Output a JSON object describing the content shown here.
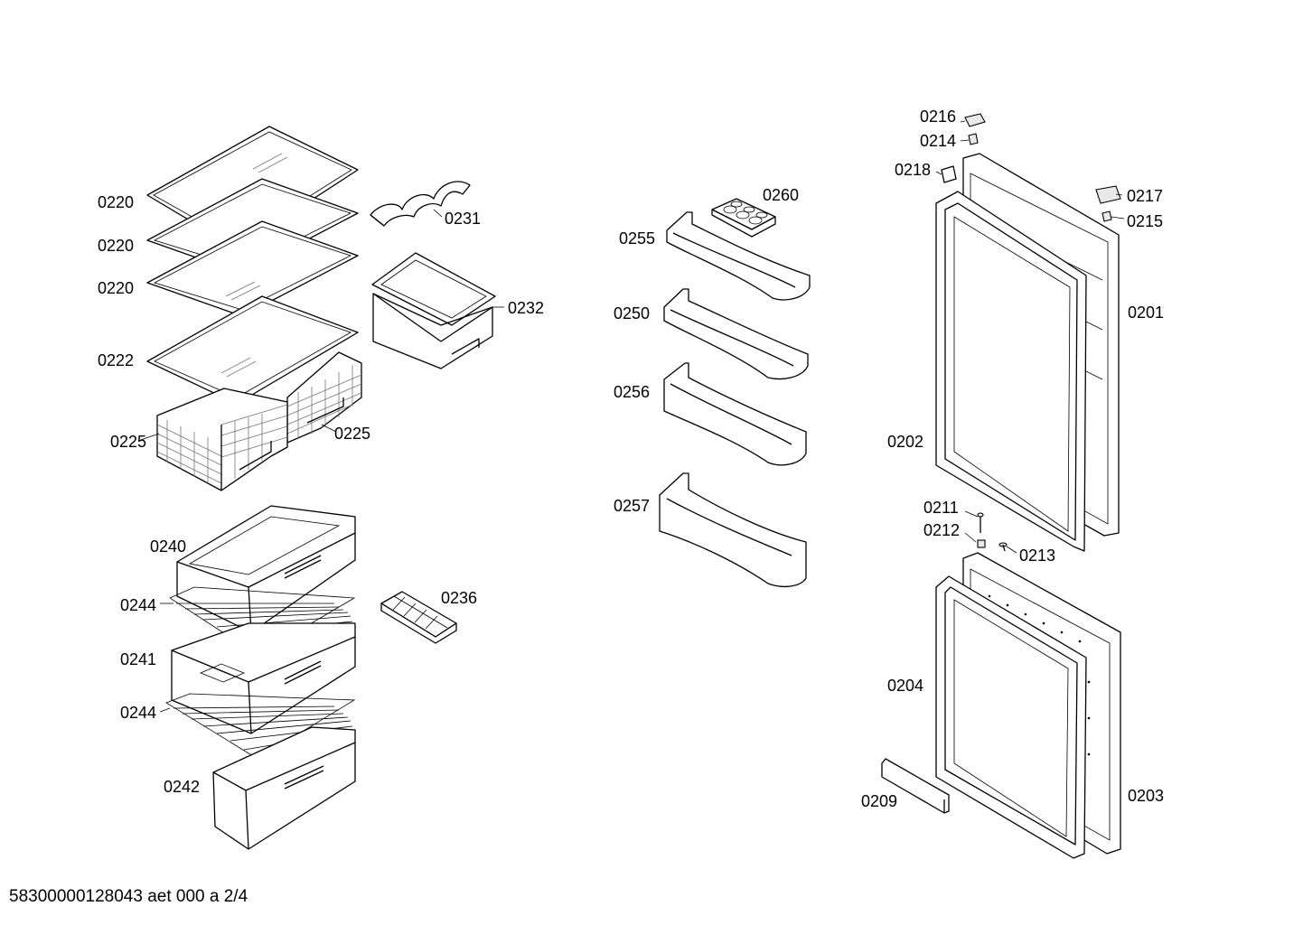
{
  "labels": {
    "p0216": "0216",
    "p0214": "0214",
    "p0218": "0218",
    "p0217": "0217",
    "p0215": "0215",
    "p0201": "0201",
    "p0202": "0202",
    "p0211": "0211",
    "p0212": "0212",
    "p0213": "0213",
    "p0204": "0204",
    "p0203": "0203",
    "p0209": "0209",
    "p0260": "0260",
    "p0255": "0255",
    "p0250": "0250",
    "p0256": "0256",
    "p0257": "0257",
    "p0220a": "0220",
    "p0220b": "0220",
    "p0220c": "0220",
    "p0222": "0222",
    "p0231": "0231",
    "p0232": "0232",
    "p0225a": "0225",
    "p0225b": "0225",
    "p0240": "0240",
    "p0244a": "0244",
    "p0236": "0236",
    "p0241": "0241",
    "p0244b": "0244",
    "p0242": "0242"
  },
  "footer": "58300000128043 aet 000 a 2/4"
}
